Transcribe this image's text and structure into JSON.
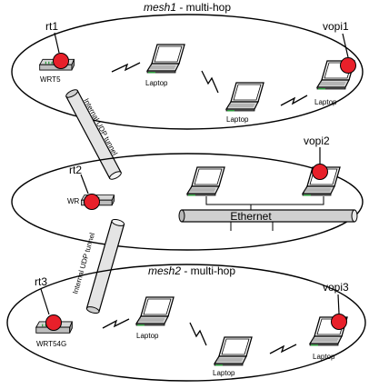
{
  "networks": {
    "mesh1": {
      "name": "mesh1",
      "suffix": " - multi-hop"
    },
    "mesh2": {
      "name": "mesh2",
      "suffix": " - multi-hop"
    },
    "ethernet": {
      "label": "Ethernet"
    }
  },
  "routers": {
    "rt1": {
      "name": "rt1",
      "model": "WRT5"
    },
    "rt2": {
      "name": "rt2",
      "model": "WR"
    },
    "rt3": {
      "name": "rt3",
      "model": "WRT54G"
    }
  },
  "nodes": {
    "vopi1": {
      "name": "vopi1",
      "device": "Laptop"
    },
    "vopi2": {
      "name": "vopi2"
    },
    "vopi3": {
      "name": "vopi3",
      "device": "Laptop"
    },
    "mesh1_laptop_a": {
      "device": "Laptop"
    },
    "mesh1_laptop_b": {
      "device": "Laptop"
    },
    "mesh2_laptop_a": {
      "device": "Laptop"
    },
    "mesh2_laptop_b": {
      "device": "Laptop"
    }
  },
  "tunnels": {
    "top": {
      "label": "Internal UDP tunnel"
    },
    "bottom": {
      "label": "Internal UDP tunnel"
    }
  },
  "colors": {
    "node_marker": "#e8202a",
    "router_body": "#cfcfcf",
    "tube_fill": "#e4e4e4",
    "laptop_screen": "#d8d8d8",
    "router_led": "#2a9a3a"
  }
}
